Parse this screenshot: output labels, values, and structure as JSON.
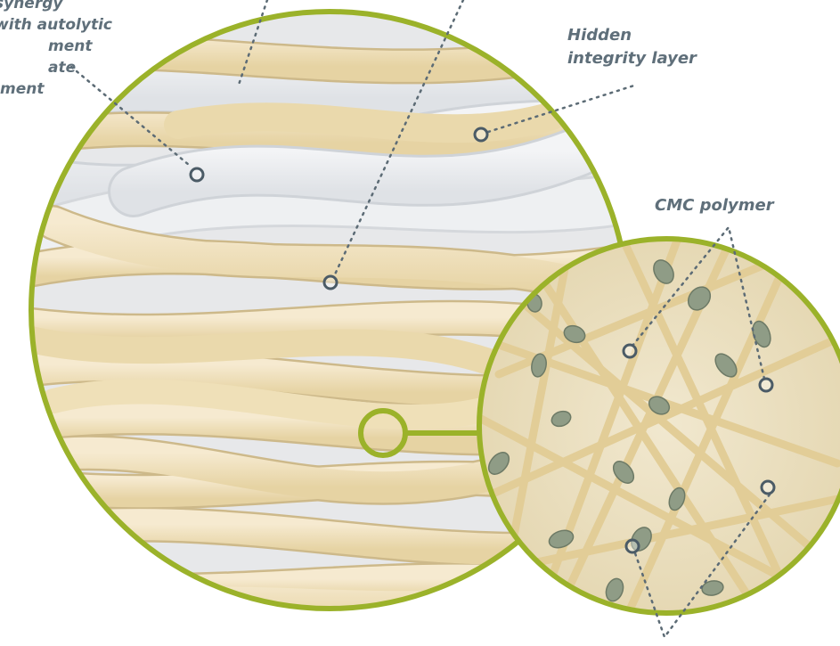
{
  "labels": {
    "left_lines": [
      "synergy",
      "with autolytic",
      "ment",
      "ate",
      "ment"
    ],
    "hidden_integrity": [
      "Hidden",
      "integrity layer"
    ],
    "cmc_polymer": "CMC polymer"
  },
  "colors": {
    "ring": "#9bb22a",
    "fiber": "#eedfb4",
    "fiber_edge": "#cdb98a",
    "gray_layer": "#e9ebee",
    "marker": "#4b5b66",
    "polymer": "#8f9c86",
    "background": "#ffffff"
  }
}
